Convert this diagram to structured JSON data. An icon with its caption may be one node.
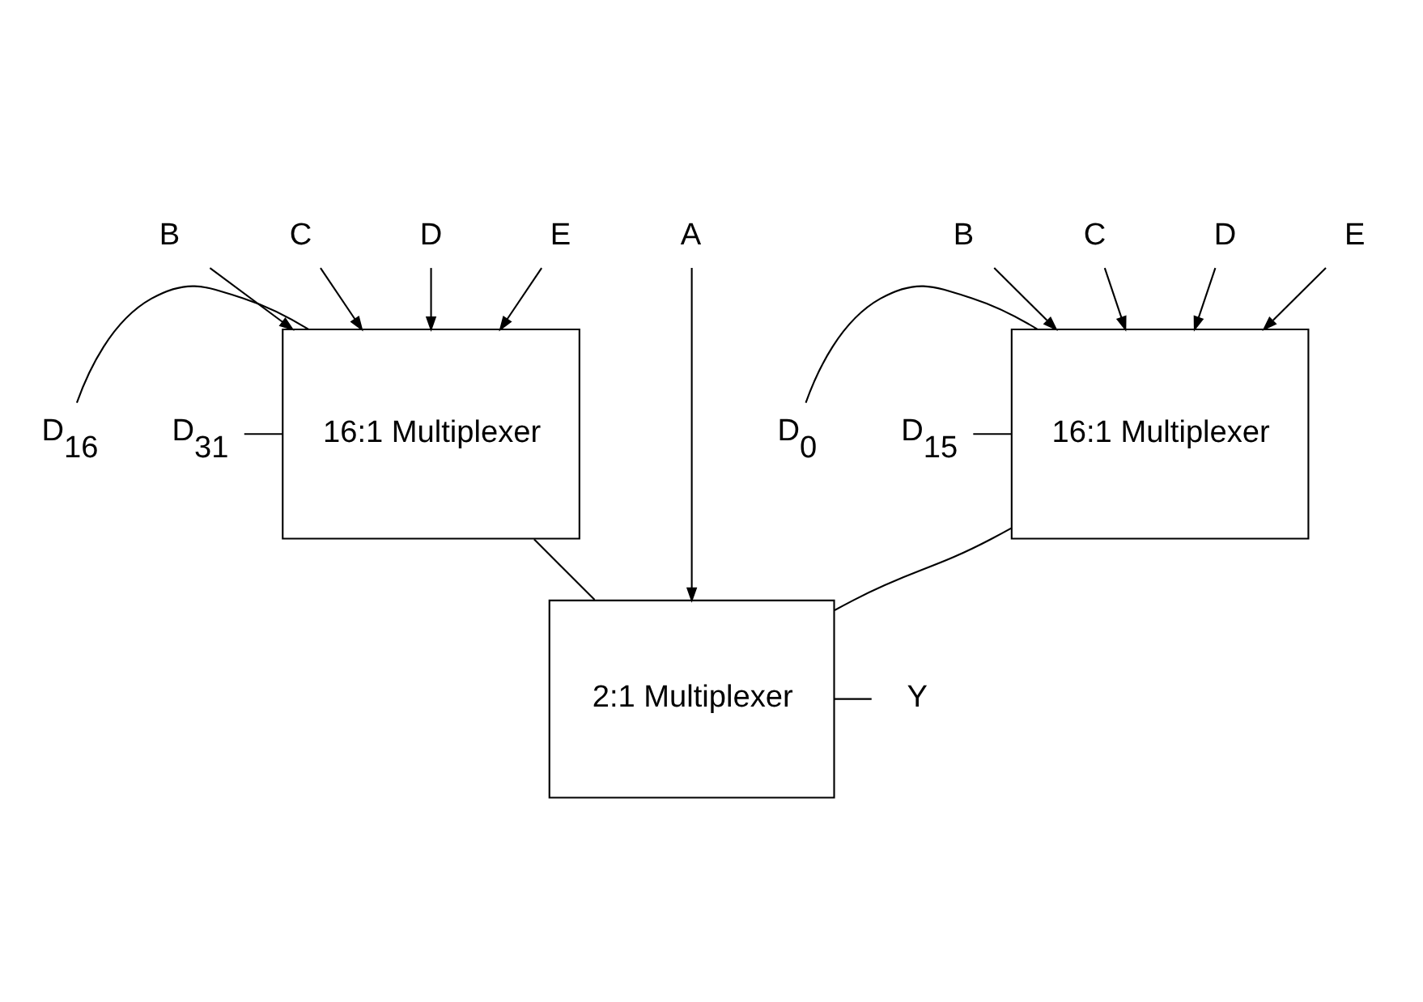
{
  "diagram": {
    "nodes": [
      {
        "text": [
          "16:1 Multiplexer"
        ]
      },
      {
        "text": [
          "16:1 Multiplexer"
        ]
      },
      {
        "text": [
          "2:1 Multiplexer"
        ]
      },
      {
        "text": [
          "B"
        ]
      },
      {
        "text": [
          "C"
        ]
      },
      {
        "text": [
          "D"
        ]
      },
      {
        "text": [
          "E"
        ]
      },
      {
        "text": [
          "D$_{0}$"
        ]
      },
      {
        "text": [
          "D$_{15}$"
        ]
      },
      {
        "text": [
          "B"
        ]
      },
      {
        "text": [
          "C"
        ]
      },
      {
        "text": [
          "D"
        ]
      },
      {
        "text": [
          "E"
        ]
      },
      {
        "text": [
          "D$_{16}$"
        ]
      },
      {
        "text": [
          "D$_{31}$"
        ]
      },
      {
        "text": [
          "A"
        ]
      },
      {
        "text": [
          "Y"
        ]
      }
    ],
    "edges": [
      {
        "from": 3,
        "to": 0,
        "arrow": "to"
      },
      {
        "from": 4,
        "to": 0,
        "arrow": "to"
      },
      {
        "from": 5,
        "to": 0,
        "arrow": "to"
      },
      {
        "from": 6,
        "to": 0,
        "arrow": "to"
      },
      {
        "from": 7,
        "to": 0,
        "arrow": "none"
      },
      {
        "from": 8,
        "to": 0,
        "arrow": "none"
      },
      {
        "from": 9,
        "to": 1,
        "arrow": "to"
      },
      {
        "from": 10,
        "to": 1,
        "arrow": "to"
      },
      {
        "from": 11,
        "to": 1,
        "arrow": "to"
      },
      {
        "from": 12,
        "to": 1,
        "arrow": "to"
      },
      {
        "from": 13,
        "to": 1,
        "arrow": "none"
      },
      {
        "from": 14,
        "to": 1,
        "arrow": "none"
      },
      {
        "from": 0,
        "to": 2,
        "arrow": "none"
      },
      {
        "from": 1,
        "to": 2,
        "arrow": "none"
      },
      {
        "from": 15,
        "to": 2,
        "arrow": "to"
      },
      {
        "from": 2,
        "to": 16,
        "arrow": "none"
      }
    ]
  }
}
